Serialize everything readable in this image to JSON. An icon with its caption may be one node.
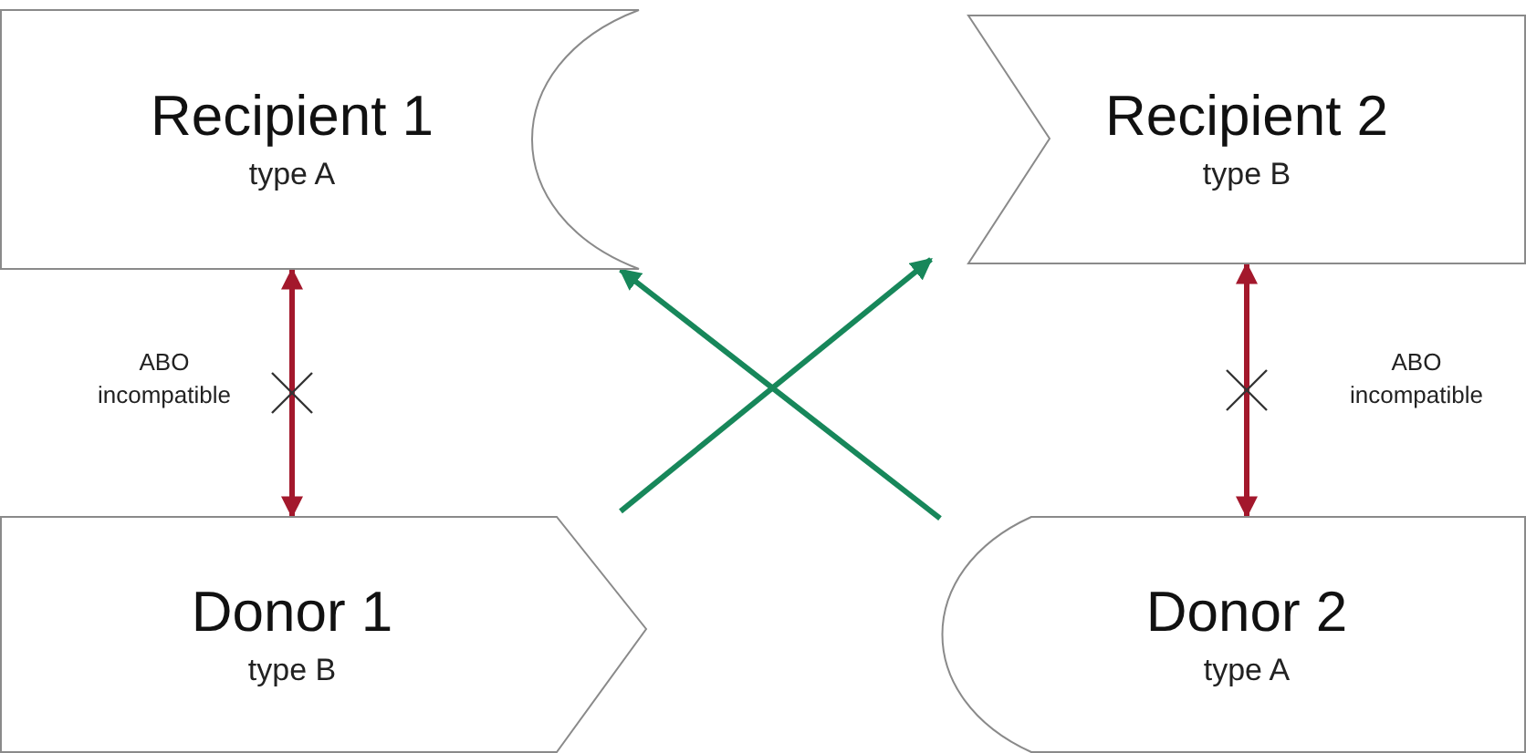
{
  "diagram": {
    "nodes": [
      {
        "text": [
          "Recipient 1",
          "type A"
        ]
      },
      {
        "text": [
          "Recipient 2",
          "type B"
        ]
      },
      {
        "text": [
          "Donor 1",
          "type B"
        ]
      },
      {
        "text": [
          "Donor 2",
          "type A"
        ]
      }
    ],
    "edges": [
      {
        "from": 0,
        "to": 2,
        "arrow": "both",
        "label": "ABO incompatible",
        "color": "#a3182c"
      },
      {
        "from": 1,
        "to": 3,
        "arrow": "both",
        "label": "ABO incompatible",
        "color": "#a3182c"
      },
      {
        "from": 2,
        "to": 1,
        "arrow": "to",
        "color": "#17875a"
      },
      {
        "from": 3,
        "to": 0,
        "arrow": "to",
        "color": "#17875a"
      }
    ]
  }
}
